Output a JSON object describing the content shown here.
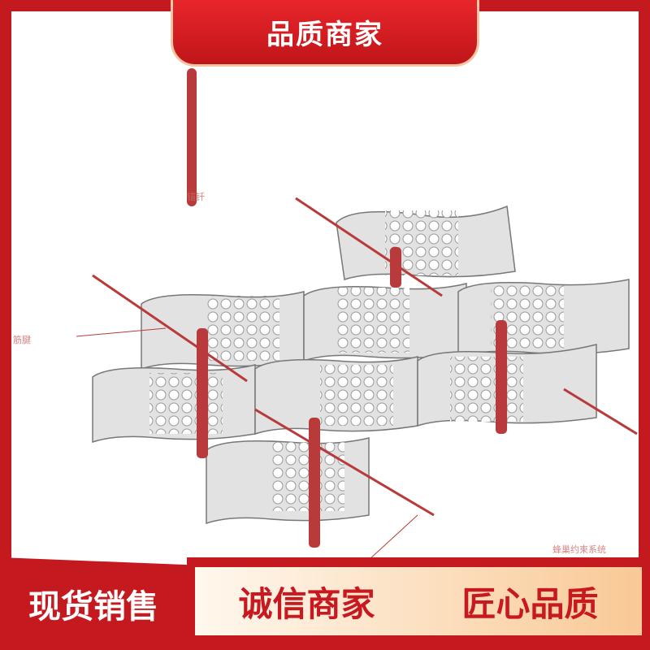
{
  "top_badge": "品质商家",
  "diagram_labels": {
    "anchor": "锚钎",
    "tendon": "筋腱",
    "system": "蜂巢约束系统"
  },
  "bottom": {
    "left": "现货销售",
    "middle": "诚信商家",
    "right": "匠心品质"
  },
  "colors": {
    "brand_red": "#c41a1f",
    "cream": "#fff8ee",
    "orange": "#f9c996"
  }
}
